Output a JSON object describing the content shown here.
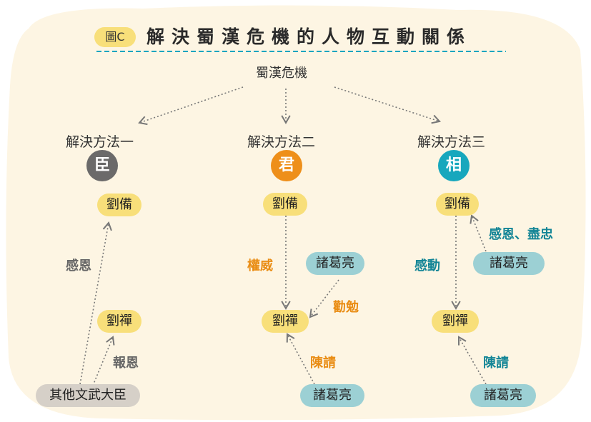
{
  "header": {
    "tag": "圖C",
    "title": "解決蜀漢危機的人物互動關係"
  },
  "root": "蜀漢危機",
  "methods": [
    {
      "label": "解決方法一",
      "badge": "臣",
      "badge_color": "#6b6a6a"
    },
    {
      "label": "解決方法二",
      "badge": "君",
      "badge_color": "#ee8f1a"
    },
    {
      "label": "解決方法三",
      "badge": "相",
      "badge_color": "#17a7bd"
    }
  ],
  "col1": {
    "top": "劉備",
    "mid": "劉禪",
    "bottom": "其他文武大臣",
    "edge_to_top": "感恩",
    "edge_to_mid": "報恩"
  },
  "col2": {
    "top": "劉備",
    "advisor": "諸葛亮",
    "mid": "劉禪",
    "bottom": "諸葛亮",
    "edge_top_mid": "權威",
    "edge_advisor_mid": "勸勉",
    "edge_bottom_mid": "陳請"
  },
  "col3": {
    "top": "劉備",
    "advisor": "諸葛亮",
    "mid": "劉禪",
    "bottom": "諸葛亮",
    "edge_advisor_top": "感恩、盡忠",
    "edge_top_mid": "感動",
    "edge_bottom_mid": "陳請"
  },
  "colors": {
    "background": "#fdf5e3",
    "yellow": "#f8df7a",
    "teal": "#9cd0d4",
    "grey": "#d6d0c8",
    "orange": "#e98c13",
    "teal_text": "#138596"
  }
}
